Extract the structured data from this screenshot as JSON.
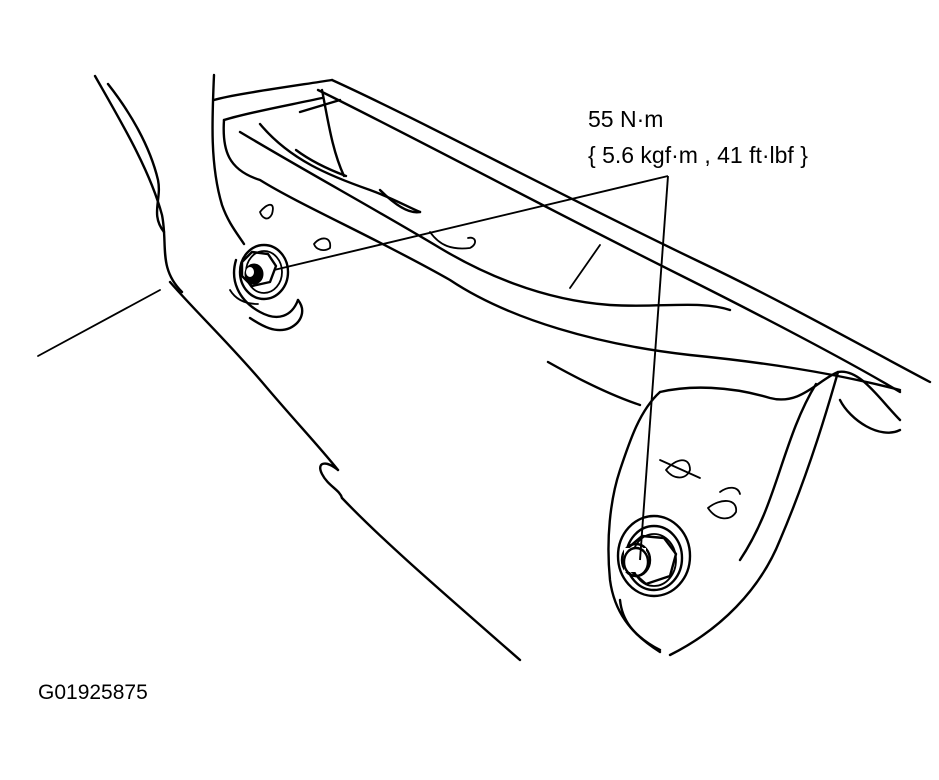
{
  "torque": {
    "primary": "55 N·m",
    "secondary": "{ 5.6 kgf·m , 41 ft·lbf }"
  },
  "figure_id": "G01925875"
}
